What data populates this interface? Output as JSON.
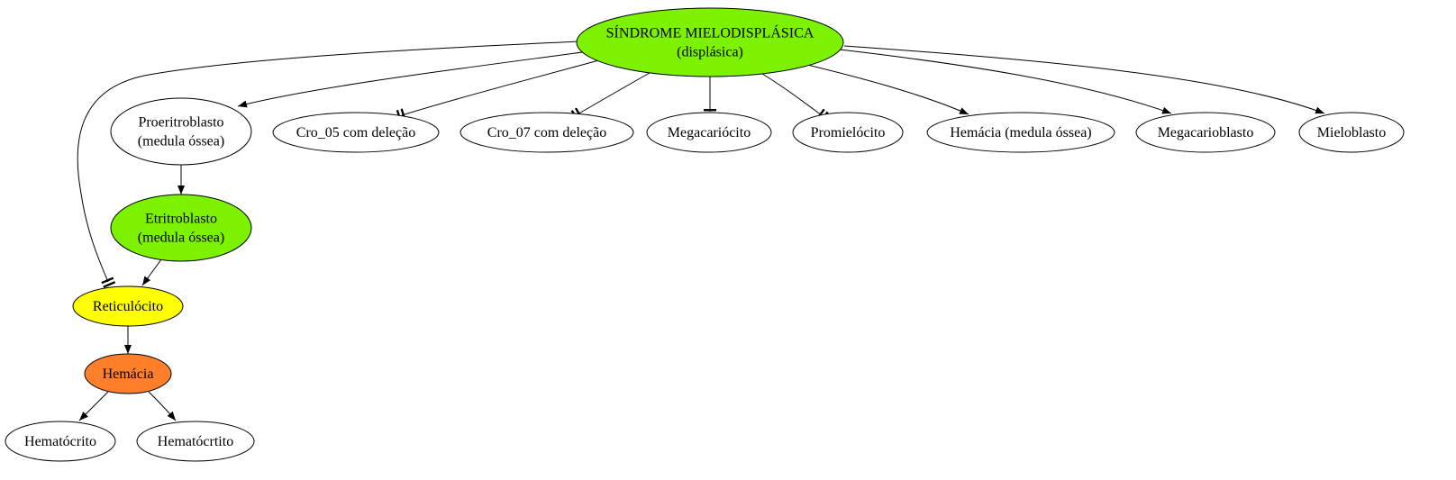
{
  "colors": {
    "green": "#7cf100",
    "yellow": "#ffff00",
    "orange": "#ff7f2a",
    "white": "#ffffff",
    "stroke": "#000000"
  },
  "nodes": {
    "root": {
      "lines": [
        "SÍNDROME MIELODISPLÁSICA",
        "(displásica)"
      ],
      "fill": "green"
    },
    "proeritroblasto": {
      "lines": [
        "Proeritroblasto",
        "(medula óssea)"
      ],
      "fill": "white"
    },
    "cro05": {
      "lines": [
        "Cro_05  com deleção"
      ],
      "fill": "white"
    },
    "cro07": {
      "lines": [
        "Cro_07  com deleção"
      ],
      "fill": "white"
    },
    "megacariocito": {
      "lines": [
        "Megacariócito"
      ],
      "fill": "white"
    },
    "promielocito": {
      "lines": [
        "Promielócito"
      ],
      "fill": "white"
    },
    "hemacia_mo": {
      "lines": [
        "Hemácia (medula óssea)"
      ],
      "fill": "white"
    },
    "megacarioblasto": {
      "lines": [
        "Megacarioblasto"
      ],
      "fill": "white"
    },
    "mieloblasto": {
      "lines": [
        "Mieloblasto"
      ],
      "fill": "white"
    },
    "etritroblasto": {
      "lines": [
        "Etritroblasto",
        "(medula óssea)"
      ],
      "fill": "green"
    },
    "reticulocito": {
      "lines": [
        "Reticulócito"
      ],
      "fill": "yellow"
    },
    "hemacia": {
      "lines": [
        "Hemácia"
      ],
      "fill": "orange"
    },
    "hematocrito": {
      "lines": [
        "Hematócrito"
      ],
      "fill": "white"
    },
    "hematocrtito": {
      "lines": [
        "Hematócrtito"
      ],
      "fill": "white"
    }
  },
  "edges": [
    {
      "from": "root",
      "to": "reticulocito",
      "head": "tee"
    },
    {
      "from": "root",
      "to": "proeritroblasto",
      "head": "arrow"
    },
    {
      "from": "root",
      "to": "cro05",
      "head": "tee"
    },
    {
      "from": "root",
      "to": "cro07",
      "head": "tee"
    },
    {
      "from": "root",
      "to": "megacariocito",
      "head": "tee"
    },
    {
      "from": "root",
      "to": "promielocito",
      "head": "tee"
    },
    {
      "from": "root",
      "to": "hemacia_mo",
      "head": "arrow"
    },
    {
      "from": "root",
      "to": "megacarioblasto",
      "head": "arrow"
    },
    {
      "from": "root",
      "to": "mieloblasto",
      "head": "arrow"
    },
    {
      "from": "proeritroblasto",
      "to": "etritroblasto",
      "head": "arrow"
    },
    {
      "from": "etritroblasto",
      "to": "reticulocito",
      "head": "arrow"
    },
    {
      "from": "reticulocito",
      "to": "hemacia",
      "head": "arrow"
    },
    {
      "from": "hemacia",
      "to": "hematocrito",
      "head": "arrow"
    },
    {
      "from": "hemacia",
      "to": "hematocrtito",
      "head": "arrow"
    }
  ]
}
